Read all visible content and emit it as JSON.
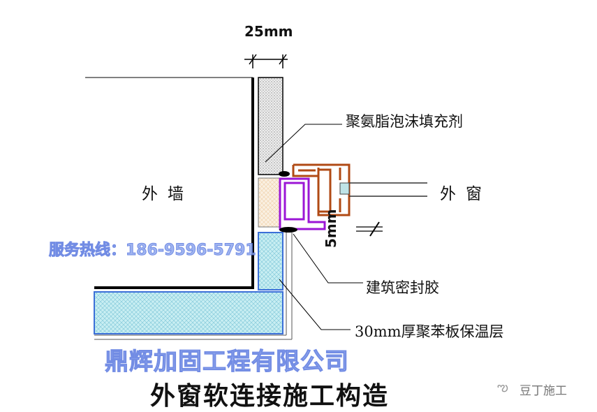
{
  "dimension_top": "25mm",
  "dimension_gap": "5mm",
  "labels": {
    "foam": "聚氨脂泡沫填充剂",
    "wall": "外墙",
    "window": "外窗",
    "sealant": "建筑密封胶",
    "insulation": "30mm厚聚苯板保温层"
  },
  "title": "外窗软连接施工构造",
  "watermark_company": "鼎辉加固工程有限公司",
  "watermark_hotline": "服务热线：186-9596-5791",
  "source_logo": "豆丁施工",
  "colors": {
    "wall": "#000000",
    "frame_purple": "#9b16d6",
    "frame_brown": "#b04a14",
    "insulation": "#bfeaf0",
    "foam": "#f6e6d0",
    "watermark": "#5a78e0"
  }
}
